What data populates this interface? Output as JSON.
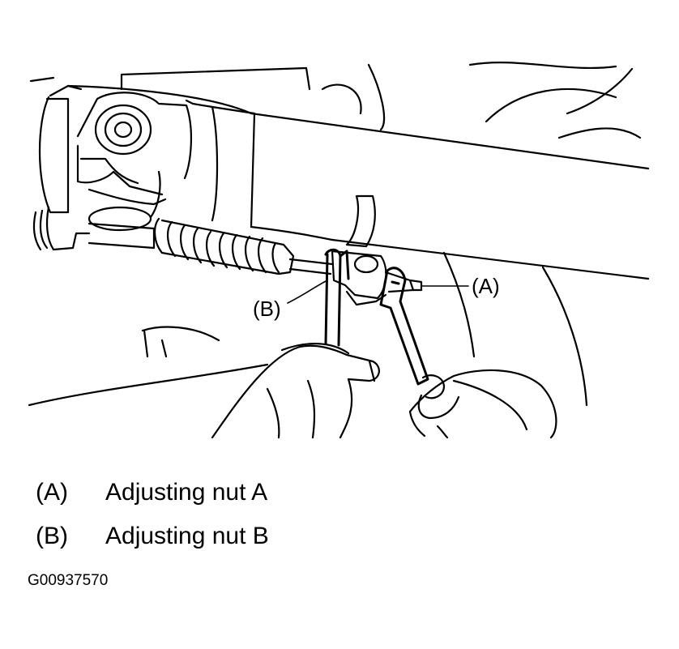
{
  "callouts": [
    {
      "key": "a",
      "label": "(A)"
    },
    {
      "key": "b",
      "label": "(B)"
    }
  ],
  "legend": [
    {
      "key": "(A)",
      "text": "Adjusting nut A"
    },
    {
      "key": "(B)",
      "text": "Adjusting nut B"
    }
  ],
  "figure_id": "G00937570"
}
